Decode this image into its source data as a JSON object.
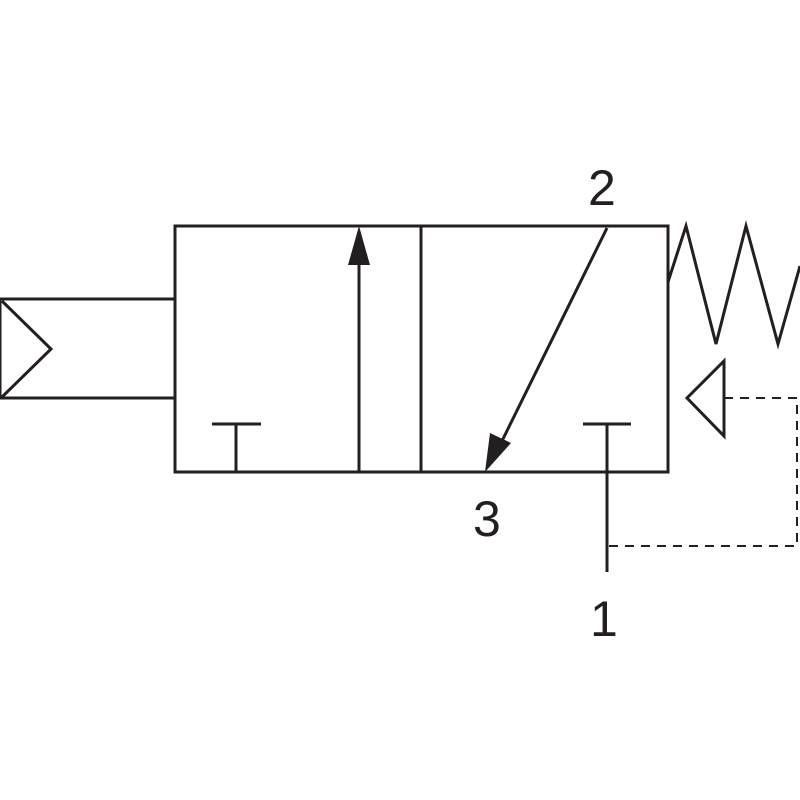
{
  "diagram": {
    "type": "pneumatic-3-2-valve-symbol",
    "line_color": "#231f20",
    "background": "#ffffff",
    "ports": {
      "port_2": "2",
      "port_3": "3",
      "port_1": "1"
    },
    "actuators": {
      "left": "solenoid-pilot",
      "right": "spring-return-pilot"
    }
  }
}
